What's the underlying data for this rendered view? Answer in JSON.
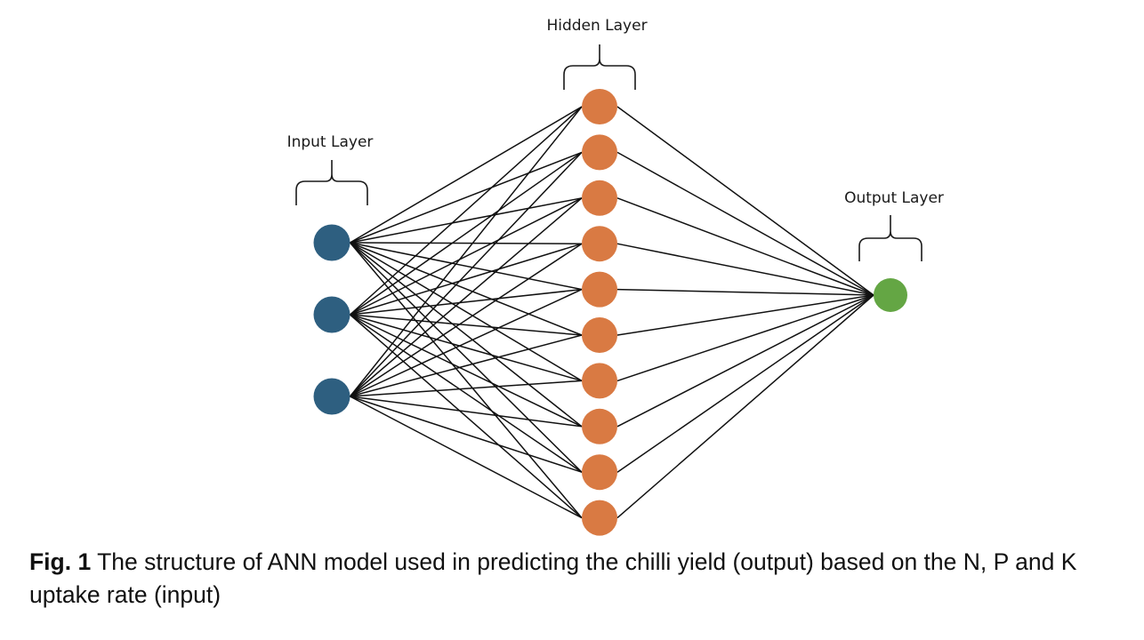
{
  "figure": {
    "layers": [
      {
        "id": "input",
        "label": "Input Layer",
        "nodes": 3,
        "color": "#2e5f80"
      },
      {
        "id": "hidden",
        "label": "Hidden Layer",
        "nodes": 10,
        "color": "#d97a43"
      },
      {
        "id": "output",
        "label": "Output Layer",
        "nodes": 1,
        "color": "#64a644"
      }
    ],
    "connectivity": "fully-connected"
  },
  "caption": {
    "label": "Fig. 1",
    "text": " The structure of ANN model used in predicting the chilli yield (output) based on the N, P and K uptake rate (input)"
  }
}
